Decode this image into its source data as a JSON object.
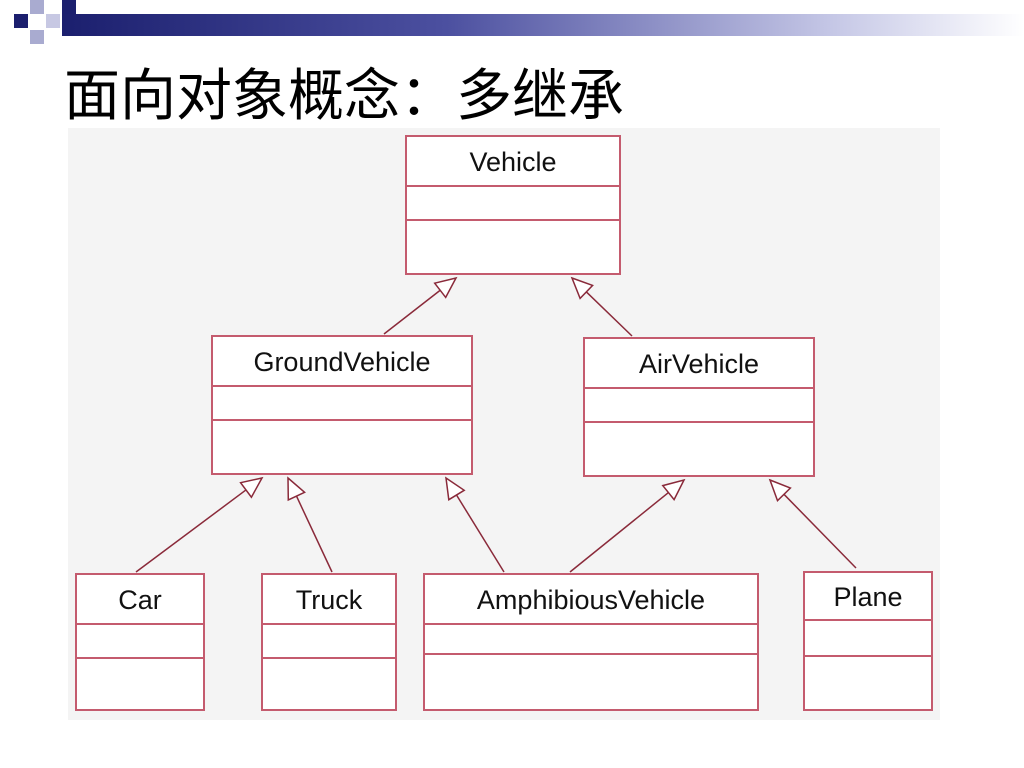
{
  "slide": {
    "title": "面向对象概念：多继承"
  },
  "diagram": {
    "type": "uml-class-diagram",
    "classes": [
      {
        "id": "vehicle",
        "name": "Vehicle"
      },
      {
        "id": "ground-vehicle",
        "name": "GroundVehicle"
      },
      {
        "id": "air-vehicle",
        "name": "AirVehicle"
      },
      {
        "id": "car",
        "name": "Car"
      },
      {
        "id": "truck",
        "name": "Truck"
      },
      {
        "id": "amphibious-vehicle",
        "name": "AmphibiousVehicle"
      },
      {
        "id": "plane",
        "name": "Plane"
      }
    ],
    "generalizations": [
      {
        "from": "GroundVehicle",
        "to": "Vehicle"
      },
      {
        "from": "AirVehicle",
        "to": "Vehicle"
      },
      {
        "from": "Car",
        "to": "GroundVehicle"
      },
      {
        "from": "Truck",
        "to": "GroundVehicle"
      },
      {
        "from": "AmphibiousVehicle",
        "to": "GroundVehicle"
      },
      {
        "from": "AmphibiousVehicle",
        "to": "AirVehicle"
      },
      {
        "from": "Plane",
        "to": "AirVehicle"
      }
    ],
    "colors": {
      "box_border": "#c45b6e",
      "line": "#8a2a3a",
      "background": "#f4f4f4"
    }
  }
}
